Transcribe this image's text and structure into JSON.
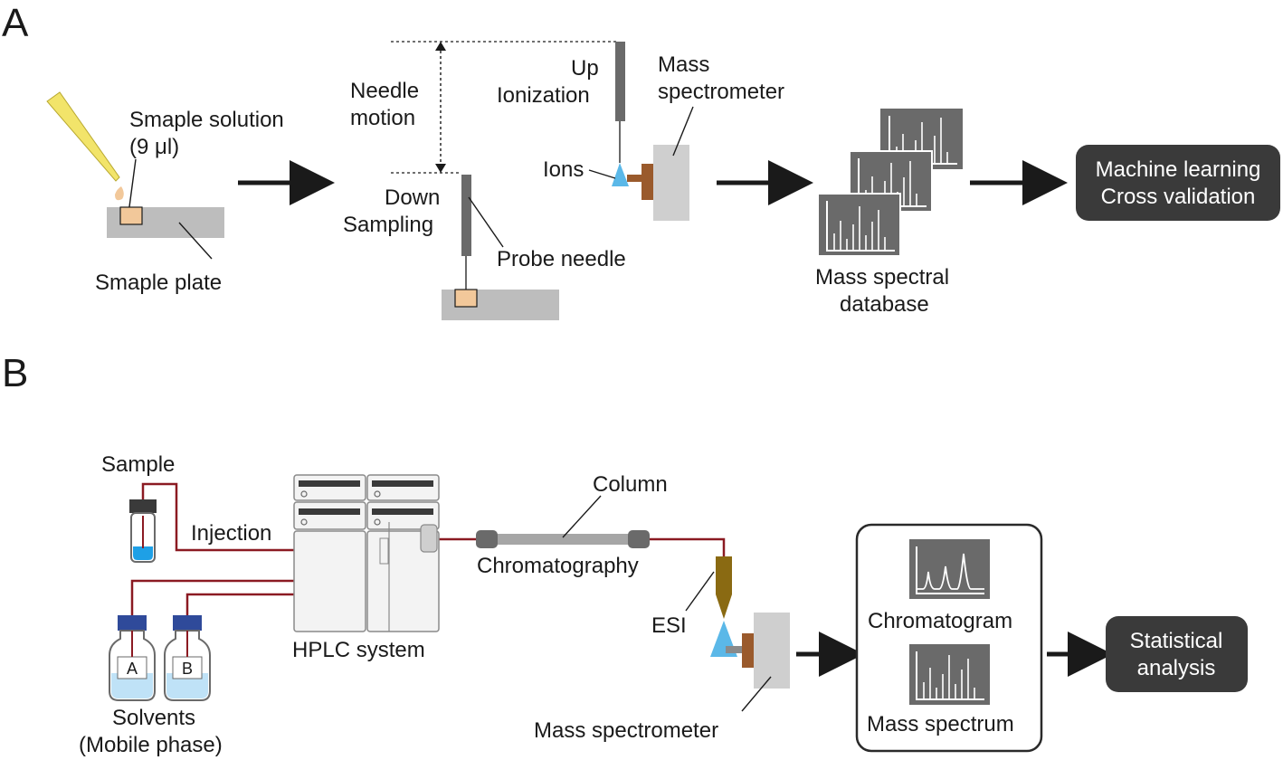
{
  "panel_a": {
    "letter": "A",
    "sample_solution": "Smaple solution",
    "sample_volume": "(9 μl)",
    "sample_plate": "Smaple plate",
    "needle_motion_1": "Needle",
    "needle_motion_2": "motion",
    "up_1": "Up",
    "up_2": "Ionization",
    "down_1": "Down",
    "down_2": "Sampling",
    "probe_needle": "Probe needle",
    "ions": "Ions",
    "mass_spec_1": "Mass",
    "mass_spec_2": "spectrometer",
    "database_1": "Mass spectral",
    "database_2": "database",
    "ml_1": "Machine learning",
    "ml_2": "Cross validation"
  },
  "panel_b": {
    "letter": "B",
    "sample": "Sample",
    "injection": "Injection",
    "hplc": "HPLC system",
    "column": "Column",
    "chromatography": "Chromatography",
    "esi": "ESI",
    "mass_spectrometer": "Mass spectrometer",
    "solvent_a": "A",
    "solvent_b": "B",
    "solvents_1": "Solvents",
    "solvents_2": "(Mobile phase)",
    "chromatogram": "Chromatogram",
    "mass_spectrum": "Mass spectrum",
    "stats_1": "Statistical",
    "stats_2": "analysis"
  },
  "colors": {
    "dark_box": "#3a3a3a",
    "plate": "#bdbdbd",
    "needle": "#6a6a6a",
    "ion_blue": "#5bb8e8",
    "probe_brown": "#9a5a2c",
    "tubing_red": "#8b1a22",
    "esi_olive": "#8a6a12",
    "cap_blue": "#2f4a9a",
    "solvent_blue": "#1ea0e6",
    "tip_yellow": "#f2e46a",
    "sample_peach": "#f2c89a"
  }
}
